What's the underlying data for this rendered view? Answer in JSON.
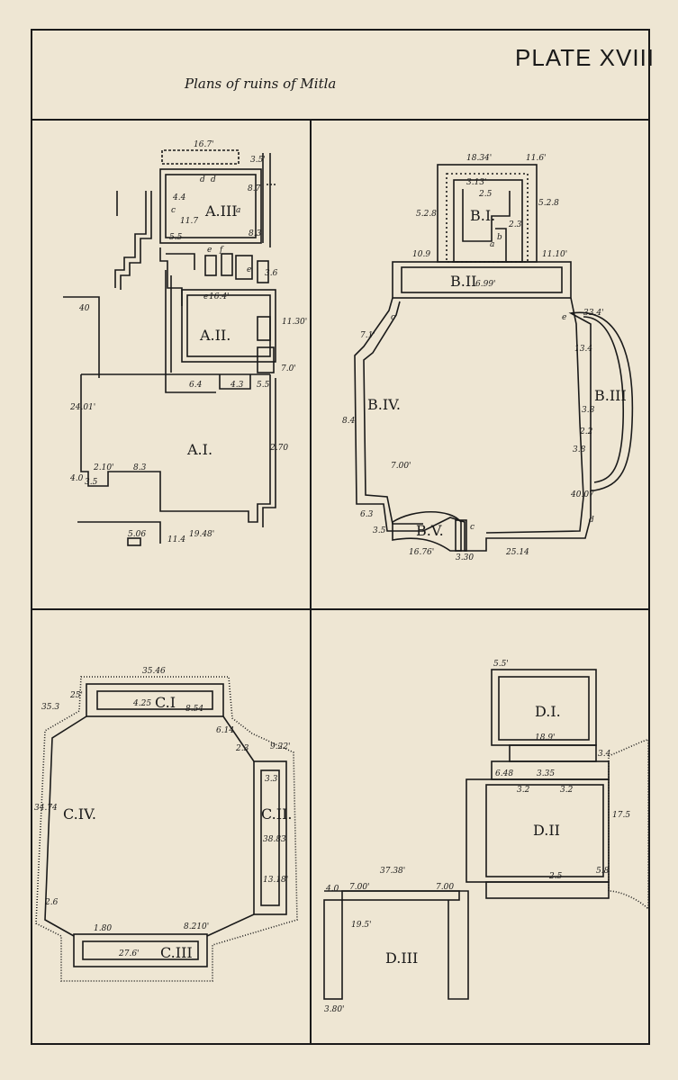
{
  "plate_label": "PLATE XVIII",
  "title": "Plans of ruins of Mitla",
  "colors": {
    "paper": "#eee6d3",
    "ink": "#1a1a1a"
  },
  "panel_a": {
    "rooms": [
      "A.III",
      "A.II.",
      "A.I."
    ],
    "dims": [
      "16.7'",
      "3.5'",
      "4.4",
      "11.7",
      "5.5",
      "8.7",
      "8.3",
      "3.6",
      "16.4'",
      "11.30'",
      "7.0'",
      "40",
      "6.4",
      "4.3",
      "5.5",
      "24.01'",
      "2.70",
      "3.5",
      "2.10'",
      "8.3",
      "4.0",
      "5.06",
      "19.48'",
      "11.4"
    ],
    "marks": [
      "d",
      "d",
      "c",
      "a",
      "e",
      "f",
      "e",
      "e"
    ]
  },
  "panel_b": {
    "rooms": [
      "B.I.",
      "B.II",
      "B.III",
      "B.IV.",
      "B.V."
    ],
    "dims": [
      "18.34'",
      "11.6'",
      "5.2.8",
      "5.2.8",
      "3.13'",
      "2.5",
      "2.3",
      "10.9",
      "11.10'",
      "6.99'",
      "33.4'",
      "13.4",
      "7.1'",
      "3.8",
      "2.2",
      "8.4",
      "6.3",
      "3.5",
      "7.00'",
      "3.8",
      "40.07",
      "16.76'",
      "25.14",
      "3.30"
    ],
    "marks": [
      "a",
      "b",
      "c",
      "d",
      "e",
      "o"
    ]
  },
  "panel_c": {
    "rooms": [
      "C.I",
      "C.II.",
      "C.III",
      "C.IV."
    ],
    "dims": [
      "35.46",
      "4.25",
      "8.54",
      "35.3",
      "25'",
      "6.14",
      "2.3",
      "9.22'",
      "3.3",
      "38.83",
      "13.18'",
      "34.74",
      "2.6",
      "1.80",
      "8.210'",
      "27.6'"
    ]
  },
  "panel_d": {
    "rooms": [
      "D.I.",
      "D.II",
      "D.III"
    ],
    "dims": [
      "5.5'",
      "18.9'",
      "3.4",
      "6.48",
      "3.35",
      "3.2",
      "3.2",
      "17.5",
      "5.8",
      "2.5",
      "37.38'",
      "4.0",
      "7.00'",
      "7.00",
      "19.5'",
      "3.80'"
    ]
  }
}
